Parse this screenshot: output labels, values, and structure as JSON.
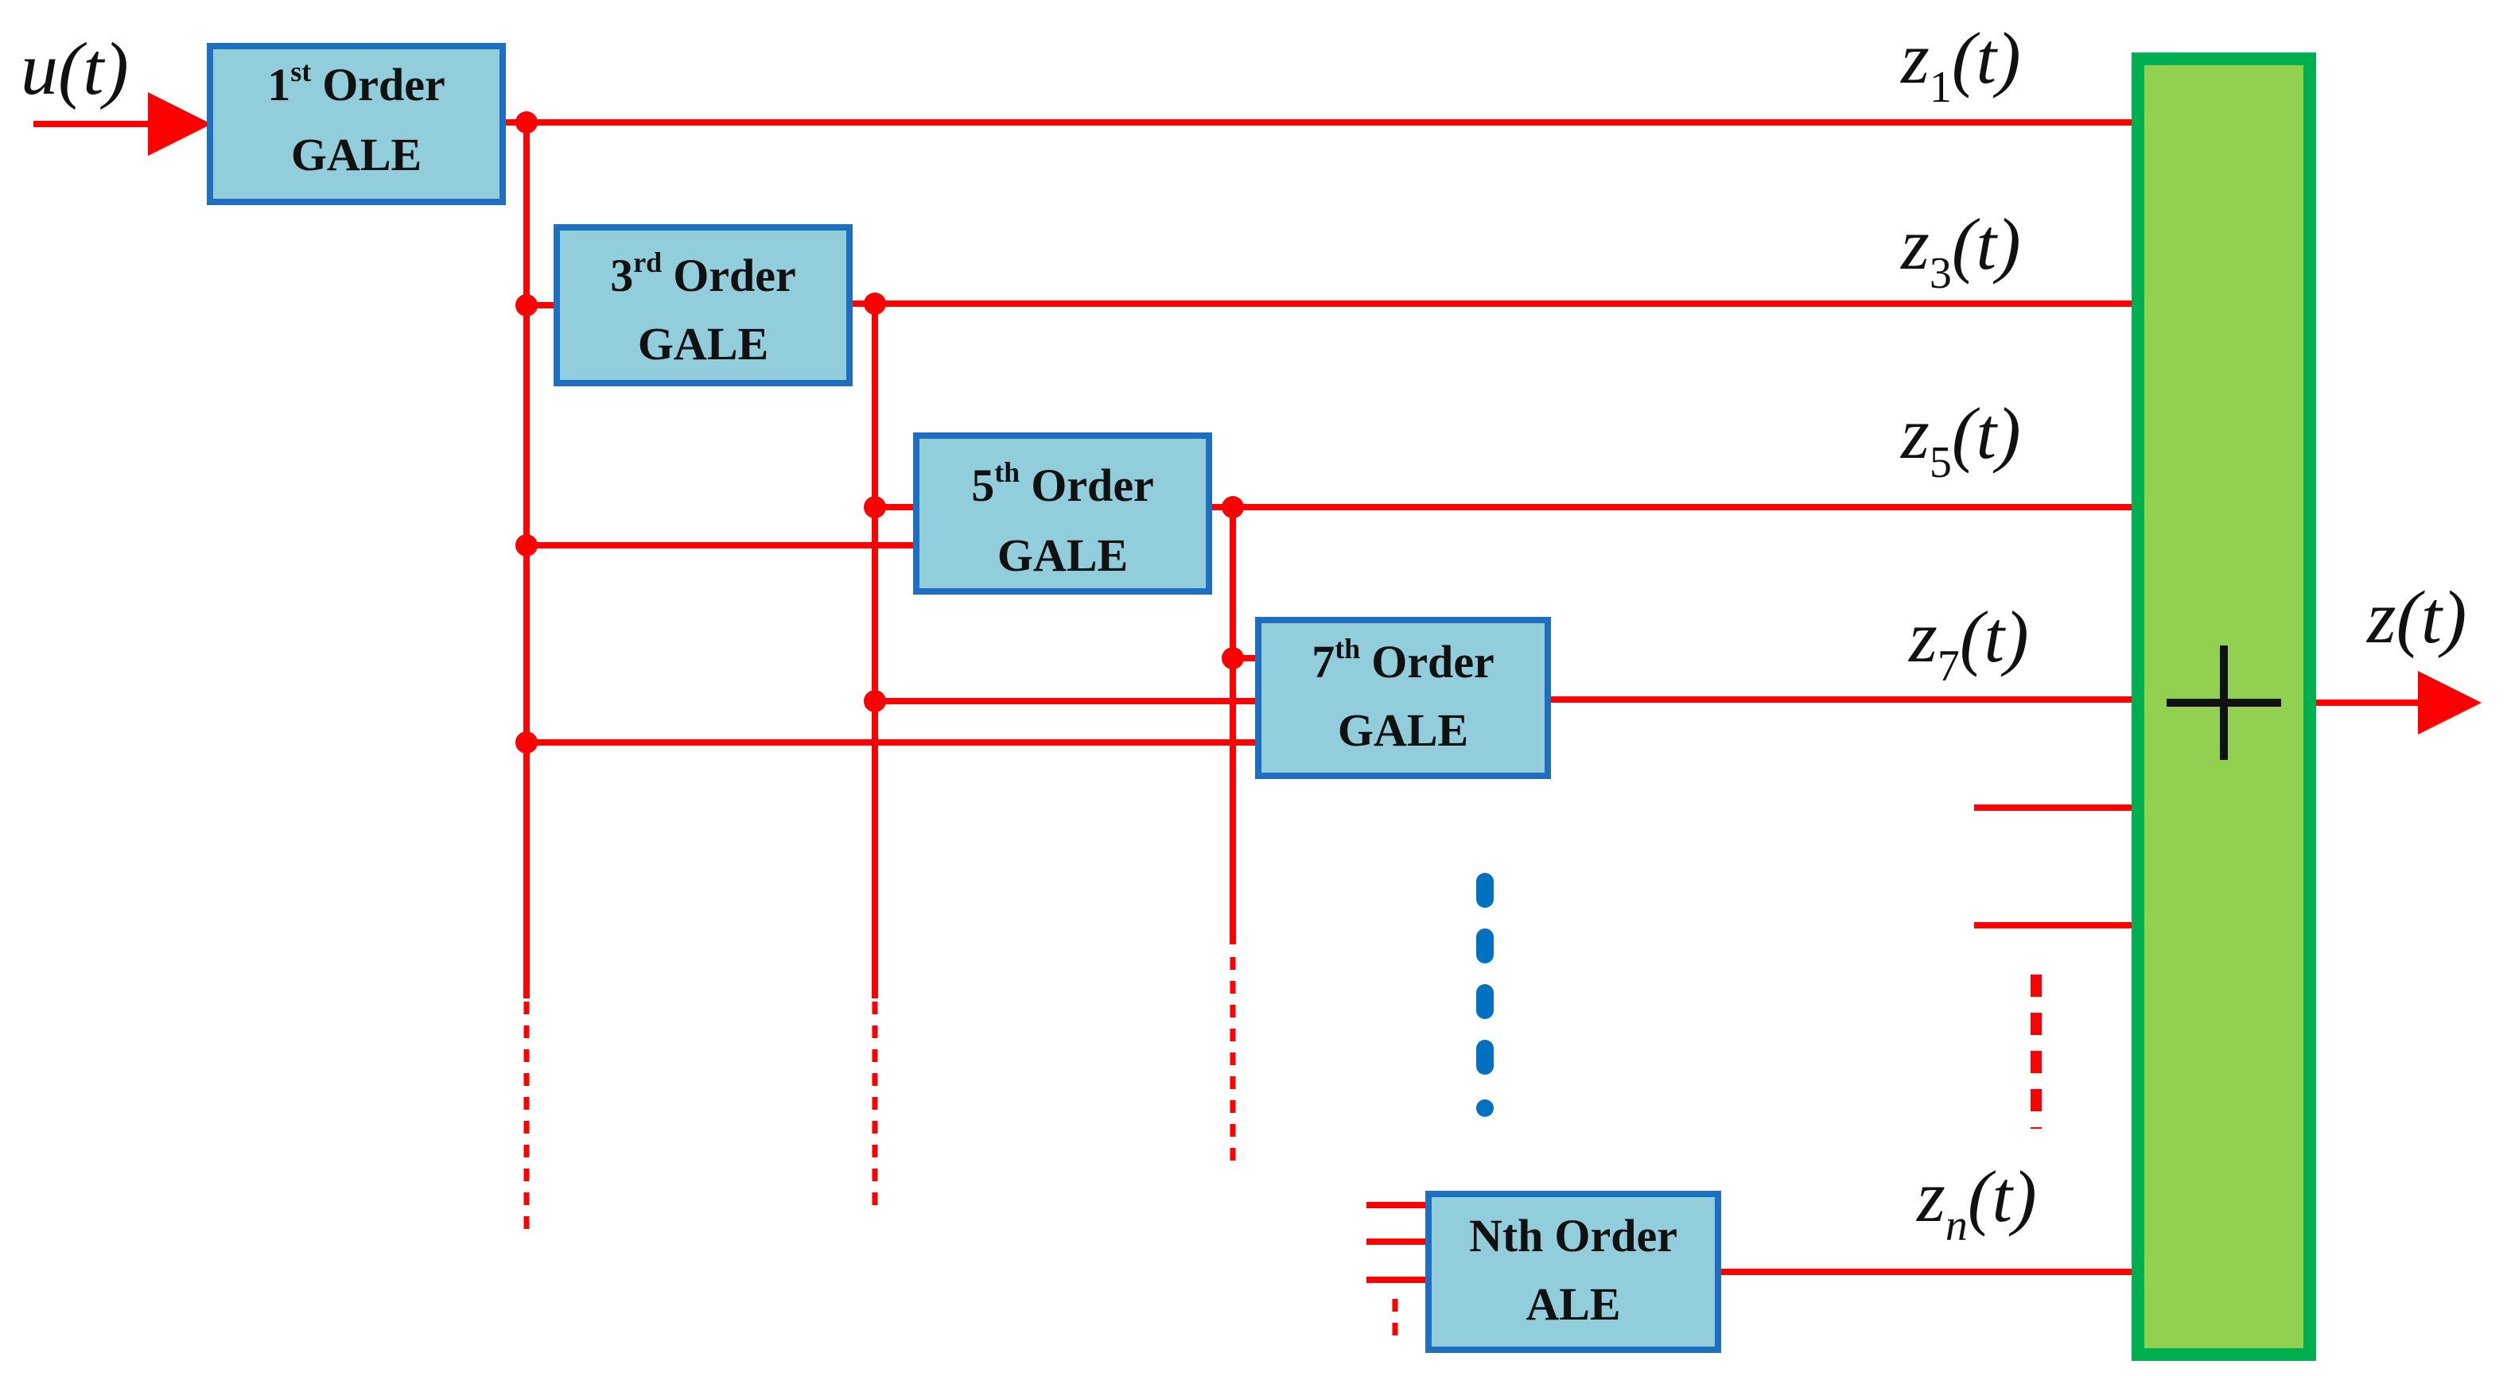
{
  "colors": {
    "wire": "#ff0000",
    "block_fill": "#92cddc",
    "block_border": "#1f6fc0",
    "summer_fill": "#92d050",
    "summer_border": "#00b050",
    "ellipsis_dots": "#0070c0"
  },
  "input": {
    "label": "u(t)"
  },
  "output": {
    "label": "z(t)"
  },
  "blocks": [
    {
      "order_num": "1",
      "order_sup": "st",
      "order_word": "Order",
      "type": "GALE"
    },
    {
      "order_num": "3",
      "order_sup": "rd",
      "order_word": "Order",
      "type": "GALE"
    },
    {
      "order_num": "5",
      "order_sup": "th",
      "order_word": "Order",
      "type": "GALE"
    },
    {
      "order_num": "7",
      "order_sup": "th",
      "order_word": "Order",
      "type": "GALE"
    },
    {
      "order_num": "Nth",
      "order_sup": "",
      "order_word": "Order",
      "type": "ALE"
    }
  ],
  "outputs": [
    {
      "base": "z",
      "sub": "1",
      "arg": "(t)"
    },
    {
      "base": "z",
      "sub": "3",
      "arg": "(t)"
    },
    {
      "base": "z",
      "sub": "5",
      "arg": "(t)"
    },
    {
      "base": "z",
      "sub": "7",
      "arg": "(t)"
    },
    {
      "base": "z",
      "sub": "n",
      "arg": "(t)"
    }
  ],
  "summer": {
    "symbol": "+"
  }
}
